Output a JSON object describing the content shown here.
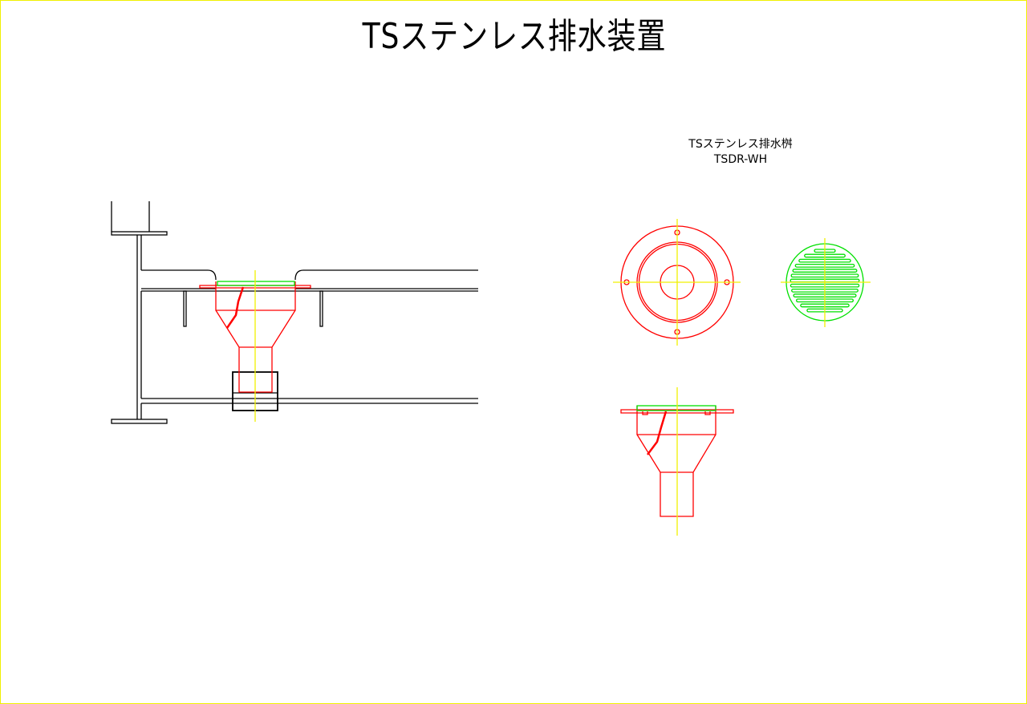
{
  "title": "TSステンレス排水装置",
  "product": {
    "name": "TSステンレス排水桝",
    "model": "TSDR-WH"
  },
  "colors": {
    "structure": "#000000",
    "drain_body": "#ff0000",
    "grate": "#00e000",
    "centerline": "#f0f000"
  }
}
